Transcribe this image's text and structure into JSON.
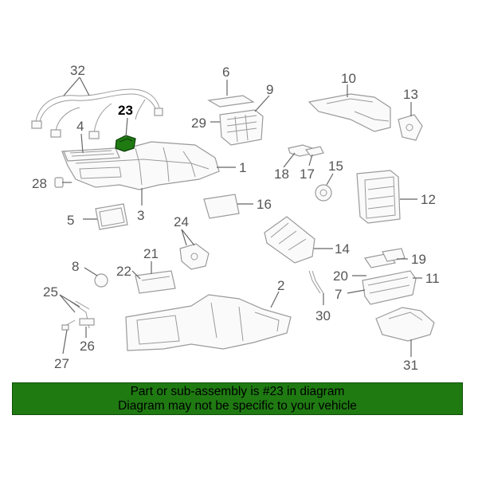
{
  "diagram": {
    "highlighted_part": "23",
    "highlight_color": "#1f7a12",
    "callouts": [
      "1",
      "2",
      "3",
      "4",
      "5",
      "6",
      "7",
      "8",
      "9",
      "10",
      "11",
      "12",
      "13",
      "14",
      "15",
      "16",
      "17",
      "18",
      "19",
      "20",
      "21",
      "22",
      "23",
      "24",
      "25",
      "26",
      "27",
      "28",
      "29",
      "30",
      "31",
      "32"
    ]
  },
  "banner": {
    "line1": "Part or sub-assembly is #23 in diagram",
    "line2": "Diagram may not be specific to your vehicle",
    "background": "#1f7a12"
  }
}
